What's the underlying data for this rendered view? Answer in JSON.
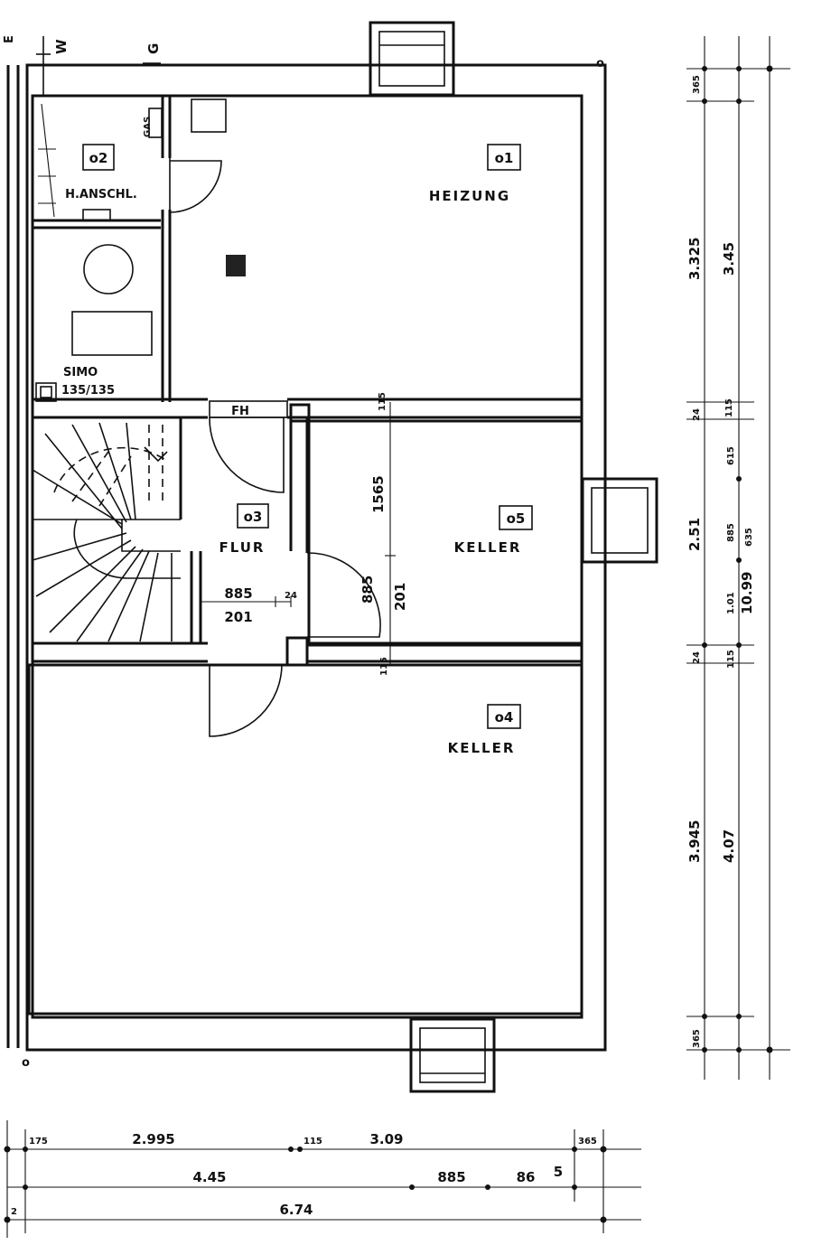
{
  "rooms": {
    "heizung": {
      "code": "o1",
      "name": "HEIZUNG"
    },
    "h_anschl": {
      "code": "o2",
      "name": "H.ANSCHL."
    },
    "flur": {
      "code": "o3",
      "name": "FLUR"
    },
    "keller_4": {
      "code": "o4",
      "name": "KELLER"
    },
    "keller_5": {
      "code": "o5",
      "name": "KELLER"
    }
  },
  "labels": {
    "simo": "SIMO",
    "simo_dim": "135/135",
    "fh": "FH",
    "gas": "GAS",
    "w": "W",
    "g": "G",
    "e": "E",
    "o_top": "o",
    "o_bottom": "o"
  },
  "inner_dims": {
    "flur_width": "885",
    "flur_total": "201",
    "wall_24": "24",
    "keller5_height": "1565",
    "door_width": "885",
    "door_total": "201",
    "top_wall": "115",
    "bottom_wall": "115"
  },
  "right_dims": {
    "col1": [
      "365",
      "3.325",
      "24",
      "2.51",
      "24",
      "3.945",
      "365"
    ],
    "col2": [
      "3.45",
      "115",
      "615",
      "885",
      "1.01",
      "115",
      "4.07"
    ],
    "col3": [
      "635",
      "10.99"
    ]
  },
  "bottom_dims": {
    "row1": [
      "175",
      "2.995",
      "115",
      "3.09",
      "365"
    ],
    "row2": [
      "4.45",
      "885",
      "86",
      "5"
    ],
    "row3": [
      "2",
      "6.74"
    ]
  }
}
